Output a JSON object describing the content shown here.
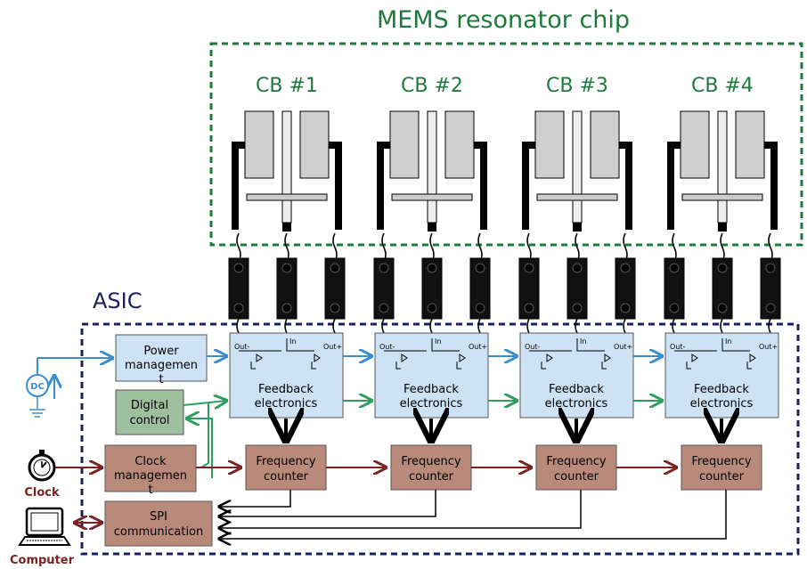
{
  "chip": {
    "title": "MEMS resonator chip",
    "color": "#1e7a3c"
  },
  "asic": {
    "title": "ASIC",
    "color": "#1a1f5e"
  },
  "channels": [
    {
      "cb": "CB #1",
      "fb1": "Feedback",
      "fb2": "electronics",
      "fc1": "Frequency",
      "fc2": "counter"
    },
    {
      "cb": "CB #2",
      "fb1": "Feedback",
      "fb2": "electronics",
      "fc1": "Frequency",
      "fc2": "counter"
    },
    {
      "cb": "CB #3",
      "fb1": "Feedback",
      "fb2": "electronics",
      "fc1": "Frequency",
      "fc2": "counter"
    },
    {
      "cb": "CB #4",
      "fb1": "Feedback",
      "fb2": "electronics",
      "fc1": "Frequency",
      "fc2": "counter"
    }
  ],
  "pins": {
    "out_minus": "Out-",
    "in": "In",
    "out_plus": "Out+"
  },
  "power": {
    "l1": "Power",
    "l2": "managemen",
    "l3": "t"
  },
  "digital": {
    "l1": "Digital",
    "l2": "control"
  },
  "clock_mgmt": {
    "l1": "Clock",
    "l2": "managemen",
    "l3": "t"
  },
  "spi": {
    "l1": "SPI",
    "l2": "communication"
  },
  "dc": {
    "label": "DC"
  },
  "clock_icon": {
    "label": "Clock"
  },
  "computer_icon": {
    "label": "Computer"
  },
  "colors": {
    "blue_box": "#cde3f5",
    "green_box": "#9dbf9e",
    "brown_box": "#b98a7a",
    "blue_line": "#3a8ecf",
    "green_line": "#2e9e5e",
    "brown_line": "#7a2222"
  }
}
